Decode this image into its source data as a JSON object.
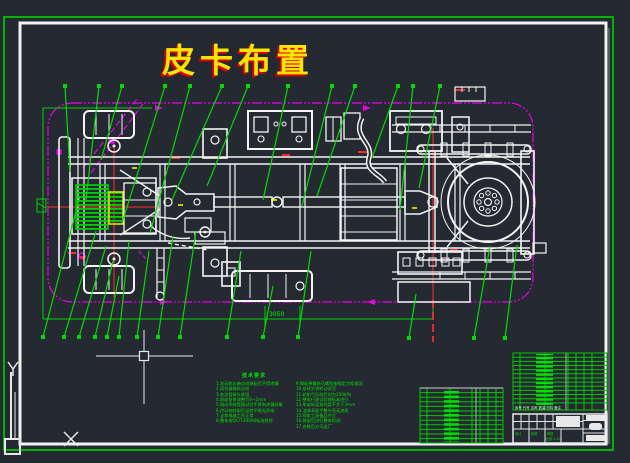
{
  "app": {
    "background": "#242932"
  },
  "sheet": {
    "outer_border_color": "#00b400",
    "border_color": "#f2f2f2"
  },
  "title": {
    "text": "皮卡布置",
    "color": "#ffe400",
    "shadow_color": "#d80000"
  },
  "drawing": {
    "subject": "pickup-truck-chassis-plan-view",
    "body_outline_color": "#eb00eb",
    "centerline_color": "#ff2a2a",
    "leader_color": "#00dc00",
    "engine_hatch_color": "#00d000",
    "dimension_value": "3050"
  },
  "notes": {
    "header": "技术要求",
    "left": [
      "1.发动机水箱总成装配后不得渗漏",
      "2.离合器操纵自如",
      "3.各油管接头紧固",
      "4.前轮前束调整为0~2mm",
      "5.制动系统管路试验不得有渗漏现象",
      "6.传动轴装配后运转平稳无异响",
      "7.全车电器工作正常",
      "8.整车按QC/T29008标准检验"
    ],
    "right": [
      "9.钢板弹簧骑马螺栓按规定力矩紧固",
      "10.各球头销转动灵活",
      "11.轮胎气压前后均为250kPa",
      "12.整车行驶试验按标准进行",
      "13.车架纵梁直线度不大于3mm",
      "14.油漆表面平整光亮无流痕",
      "15.随车工具备品齐全",
      "16.装配后进行整车检测",
      "17.合格后方可出厂"
    ]
  },
  "parts_list": {
    "right_table_header": "序号 代号 名称 数量 材料 备注",
    "left_table_rows": 12,
    "right_table_rows": 14
  },
  "title_block": {
    "field_a": "设计",
    "field_b": "校核",
    "field_c": "审核",
    "field_d": "比例 1:10"
  },
  "ucs": {
    "x_label": "X",
    "y_label": "Y"
  }
}
